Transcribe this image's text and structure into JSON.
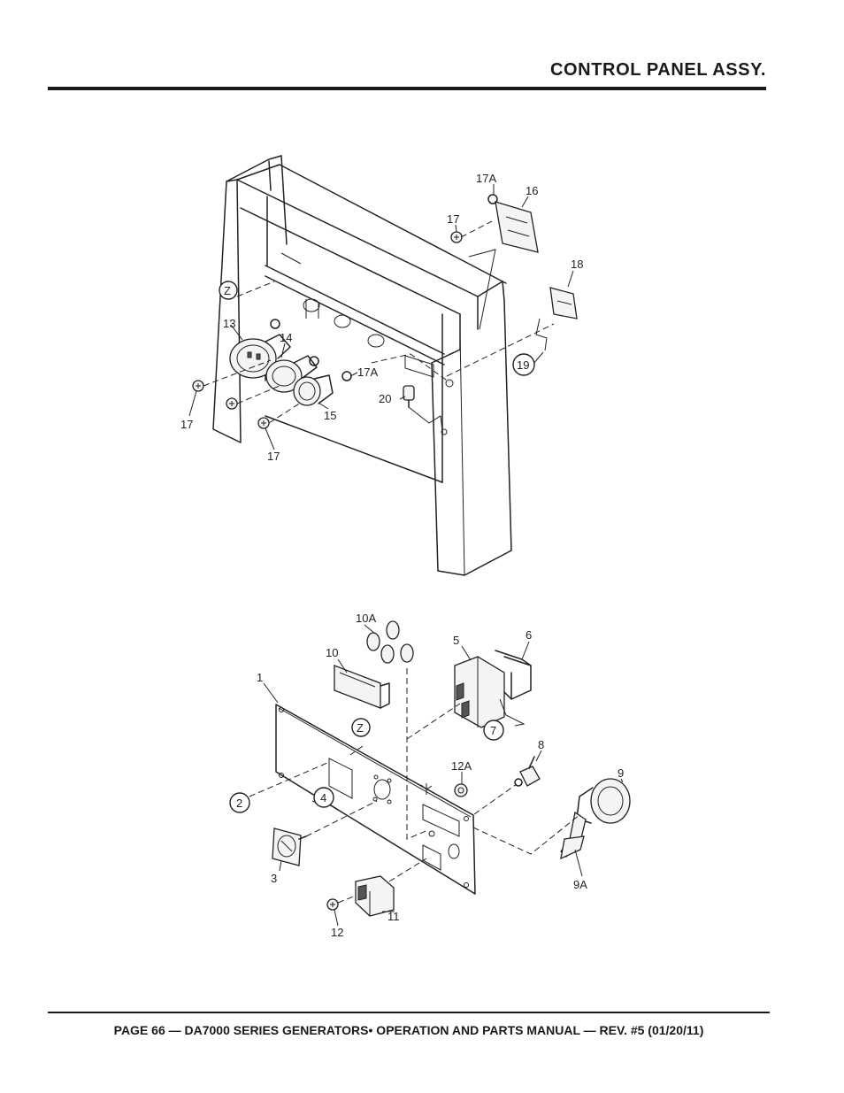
{
  "header": {
    "title": "CONTROL PANEL ASSY."
  },
  "footer": {
    "text": "PAGE 66 — DA7000 SERIES GENERATORS• OPERATION AND PARTS MANUAL — REV. #5 (01/20/11)"
  },
  "labels": {
    "p17a_top": "17A",
    "p16": "16",
    "p17_top": "17",
    "p18": "18",
    "pz_top": "Z",
    "p13": "13",
    "p14": "14",
    "p17a_mid": "17A",
    "p19": "19",
    "p20": "20",
    "p15": "15",
    "p17_left": "17",
    "p17_bottom": "17",
    "p10a": "10A",
    "p5": "5",
    "p6": "6",
    "p10": "10",
    "p1": "1",
    "pz_bottom": "Z",
    "p7": "7",
    "p8": "8",
    "p12a": "12A",
    "p9": "9",
    "p2": "2",
    "p4": "4",
    "p3": "3",
    "p9a": "9A",
    "p12": "12",
    "p11": "11"
  }
}
